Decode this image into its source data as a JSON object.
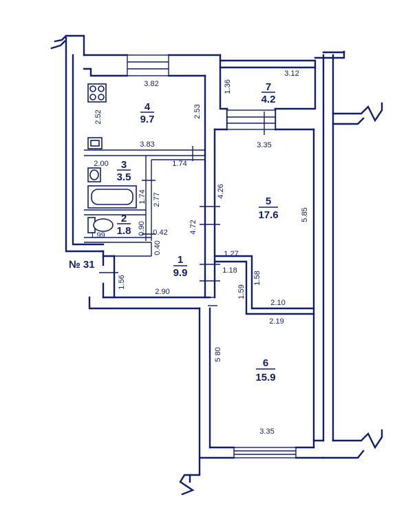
{
  "apartment_label": "№ 31",
  "rooms": [
    {
      "id": "1",
      "number": "1",
      "area": "9.9"
    },
    {
      "id": "2",
      "number": "2",
      "area": "1.8"
    },
    {
      "id": "3",
      "number": "3",
      "area": "3.5"
    },
    {
      "id": "4",
      "number": "4",
      "area": "9.7"
    },
    {
      "id": "5",
      "number": "5",
      "area": "17.6"
    },
    {
      "id": "6",
      "number": "6",
      "area": "15.9"
    },
    {
      "id": "7",
      "number": "7",
      "area": "4.2"
    }
  ],
  "dimensions": {
    "kitchen_top": "3.82",
    "kitchen_left": "2.52",
    "kitchen_right": "2.53",
    "kitchen_bottom": "3.83",
    "bath_top": "2.00",
    "bath_height": "1.74",
    "corridor_top": "1.74",
    "corridor_side": "2.77",
    "wc_width": "1.99",
    "wc_height": "0.90",
    "wc_side": "0.42",
    "wc_gap": "0.40",
    "hall_height": "4.72",
    "hall_entry": "1.56",
    "hall_bottom": "2.90",
    "room5_left": "4.26",
    "room5_right": "5.85",
    "room5_top": "3.35",
    "step_top": "1.27",
    "step_inner": "1.18",
    "step_left": "1.59",
    "step_right": "1.58",
    "step_bottom": "2.10",
    "room6_top": "2.19",
    "room6_left": "5 80",
    "room6_bottom": "3.35",
    "balcony_left": "1.36",
    "balcony_top": "3.12"
  }
}
